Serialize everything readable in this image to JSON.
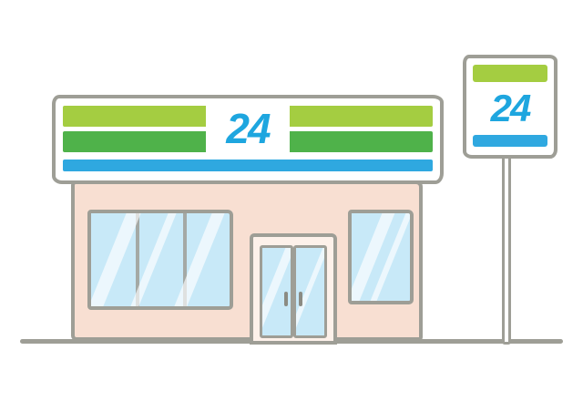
{
  "illustration": {
    "title": "24-hour convenience store",
    "store_sign": {
      "text": "24"
    },
    "pole_sign": {
      "text": "24"
    },
    "colors": {
      "background": "#ffffff",
      "outline_gray": "#9e9e96",
      "stripe_light_green": "#a4cd41",
      "stripe_green": "#4fb24a",
      "stripe_blue": "#2fa8e0",
      "sign_text_blue": "#1ea6df",
      "facade_pink": "#f8dfd2",
      "window_blue": "#c8e9f8"
    }
  }
}
